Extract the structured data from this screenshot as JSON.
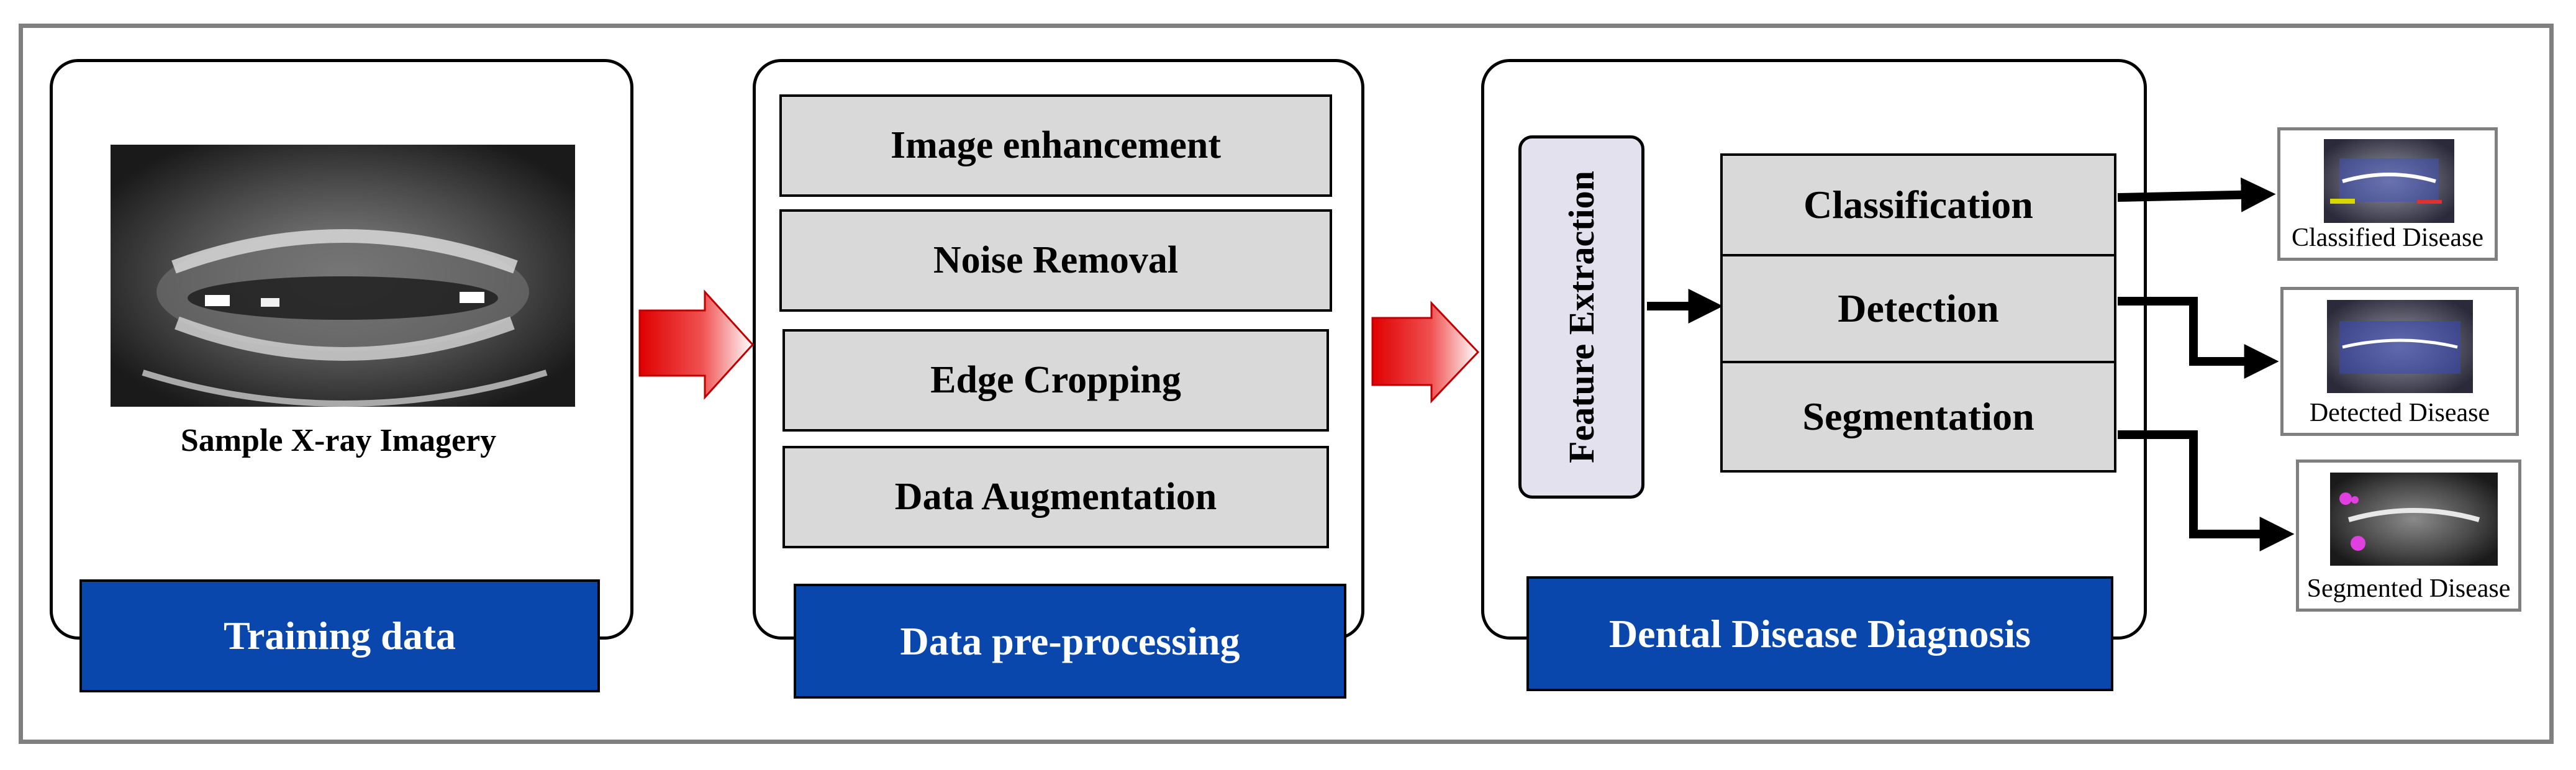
{
  "stages": {
    "training": {
      "label": "Training data",
      "caption": "Sample X-ray Imagery"
    },
    "preprocessing": {
      "label": "Data pre-processing",
      "steps": [
        "Image enhancement",
        "Noise Removal",
        "Edge Cropping",
        "Data Augmentation"
      ]
    },
    "diagnosis": {
      "label": "Dental Disease Diagnosis",
      "feature_extraction": "Feature Extraction",
      "tasks": [
        "Classification",
        "Detection",
        "Segmentation"
      ]
    }
  },
  "outputs": [
    "Classified Disease",
    "Detected Disease",
    "Segmented Disease"
  ],
  "colors": {
    "stage_label": "#0a47ad",
    "process_box": "#d9d9d9",
    "feature_box": "#e3e1ee",
    "arrow": "#e00000"
  }
}
